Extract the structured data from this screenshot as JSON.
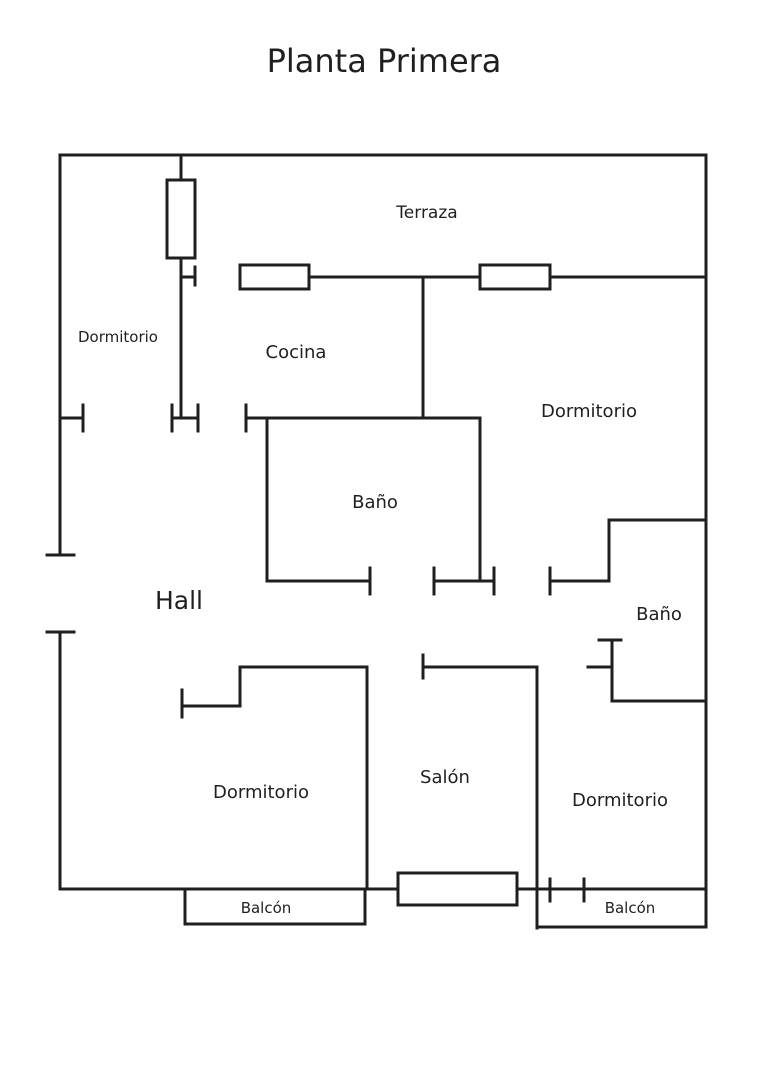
{
  "title": "Planta Primera",
  "rooms": {
    "terraza": "Terraza",
    "dormitorio_nw": "Dormitorio",
    "cocina": "Cocina",
    "dormitorio_ne": "Dormitorio",
    "bano_center": "Baño",
    "hall": "Hall",
    "bano_east": "Baño",
    "dormitorio_sw": "Dormitorio",
    "salon": "Salón",
    "dormitorio_se": "Dormitorio",
    "balcon_sw": "Balcón",
    "balcon_se": "Balcón"
  },
  "colors": {
    "line": "#1f1f1f",
    "background": "#ffffff"
  }
}
